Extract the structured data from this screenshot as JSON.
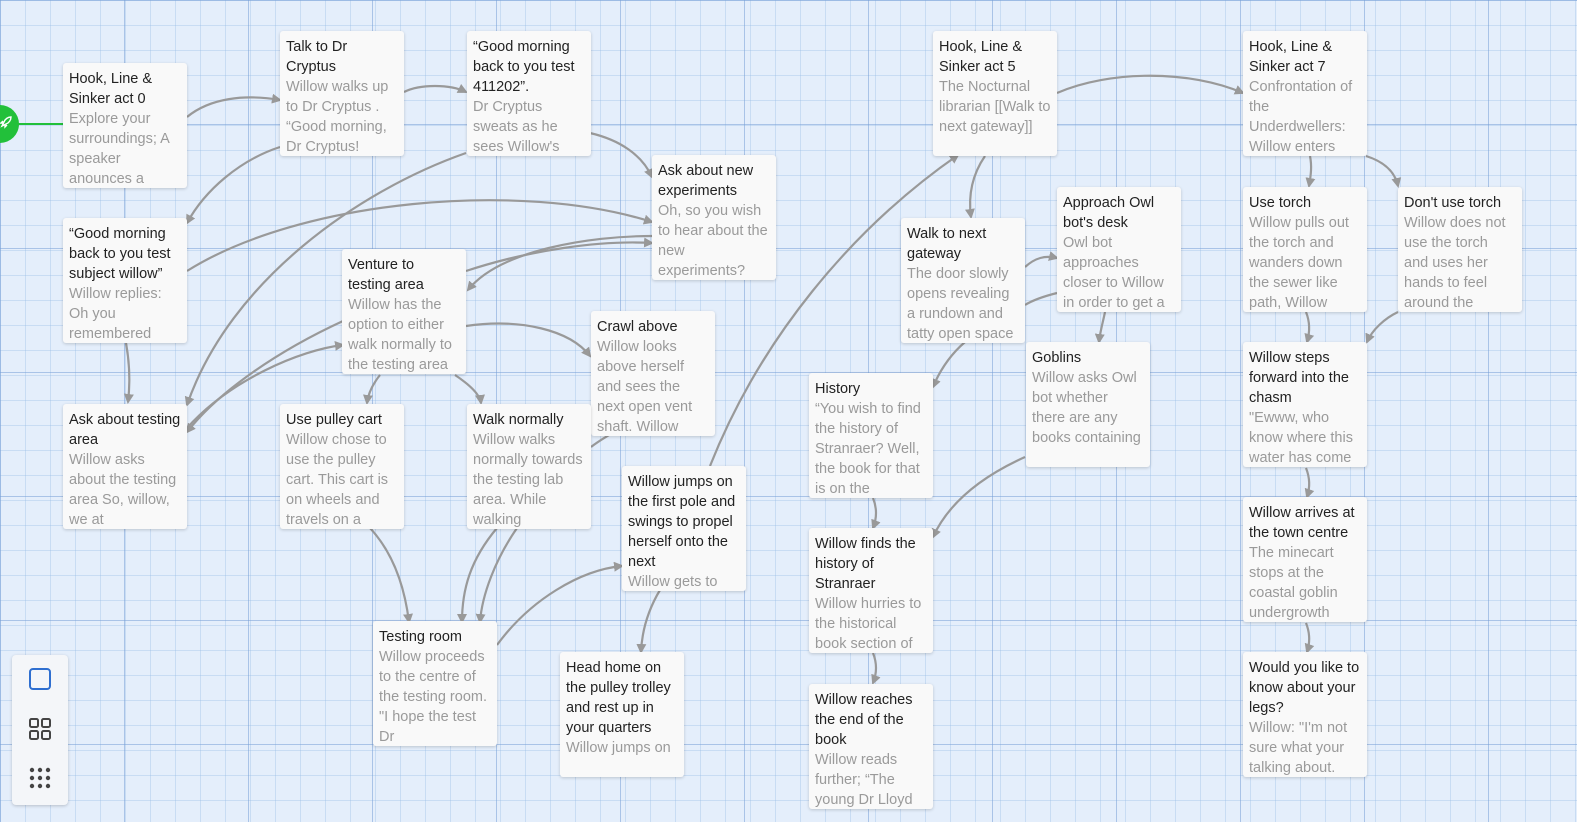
{
  "start_icon": "rocket-icon",
  "zoom_controls": [
    {
      "name": "zoom-passage-names-excerpts-button",
      "icon": "square-icon"
    },
    {
      "name": "zoom-passage-names-button",
      "icon": "grid-2x2-icon"
    },
    {
      "name": "zoom-story-structure-button",
      "icon": "grid-3x3-icon"
    }
  ],
  "colors": {
    "background": "#e4eefb",
    "card": "#f9f9f9",
    "link": "#999999",
    "start": "#22c03a",
    "zoom_active": "#2f6fd0"
  },
  "passages": [
    {
      "title": "Hook, Line & Sinker act 0",
      "excerpt": "Explore your surroundings; A speaker anounces a"
    },
    {
      "title": "Talk to Dr Cryptus",
      "excerpt": "Willow walks up to Dr Cryptus . “Good morning, Dr Cryptus!"
    },
    {
      "title": "“Good morning back to you test 411202”.",
      "excerpt": "Dr Cryptus sweats as he sees Willow's"
    },
    {
      "title": "Ask about new experiments",
      "excerpt": "Oh, so you wish to hear about the new experiments?"
    },
    {
      "title": "“Good morning back to you test subject willow”",
      "excerpt": "Willow replies: Oh you remembered"
    },
    {
      "title": "Venture to testing area",
      "excerpt": "Willow has the option to either walk normally to the testing area"
    },
    {
      "title": "Crawl above",
      "excerpt": "Willow looks above herself and sees the next open vent shaft. Willow"
    },
    {
      "title": "Ask about testing area",
      "excerpt": "Willow asks about the testing area So, willow, we at"
    },
    {
      "title": "Use pulley cart",
      "excerpt": "Willow chose to use the pulley cart. This cart is on wheels and travels on a"
    },
    {
      "title": "Walk normally",
      "excerpt": "Willow walks normally towards the testing lab area. While walking"
    },
    {
      "title": "Willow jumps on the first pole and swings to propel herself onto the next",
      "excerpt": "Willow gets to"
    },
    {
      "title": "Testing room",
      "excerpt": "Willow proceeds to the centre of the testing room. \"I hope the test Dr"
    },
    {
      "title": "Head home on the pulley trolley and rest up in your quarters",
      "excerpt": "Willow jumps on"
    },
    {
      "title": "Hook, Line & Sinker act 5",
      "excerpt": "The Nocturnal librarian [[Walk to next gateway]]"
    },
    {
      "title": "Walk to next gateway",
      "excerpt": "The door slowly opens revealing a rundown and tatty open space"
    },
    {
      "title": "Approach Owl bot's desk",
      "excerpt": "Owl bot approaches closer to Willow in order to get a"
    },
    {
      "title": "Goblins",
      "excerpt": "Willow asks Owl bot whether there are any books containing"
    },
    {
      "title": "History",
      "excerpt": "“You wish to find the history of Stranraer? Well, the book for that is on the"
    },
    {
      "title": "Willow finds the history of Stranraer",
      "excerpt": "Willow hurries to the historical book section of"
    },
    {
      "title": "Willow reaches the end of the book",
      "excerpt": "Willow reads further; “The young Dr Lloyd"
    },
    {
      "title": "Hook, Line & Sinker act 7",
      "excerpt": "Confrontation of the Underdwellers: Willow enters"
    },
    {
      "title": "Use torch",
      "excerpt": "Willow pulls out the torch and wanders down the sewer like path, Willow"
    },
    {
      "title": "Don't use torch",
      "excerpt": "Willow does not use the torch and uses her hands to feel around the"
    },
    {
      "title": "Willow steps forward into the chasm",
      "excerpt": "\"Ewww, who know where this water has come"
    },
    {
      "title": "Willow arrives at the town centre",
      "excerpt": "The minecart stops at the coastal goblin undergrowth"
    },
    {
      "title": "Would you like to know about your legs?",
      "excerpt": "Willow: \"I'm not sure what your talking about."
    }
  ]
}
